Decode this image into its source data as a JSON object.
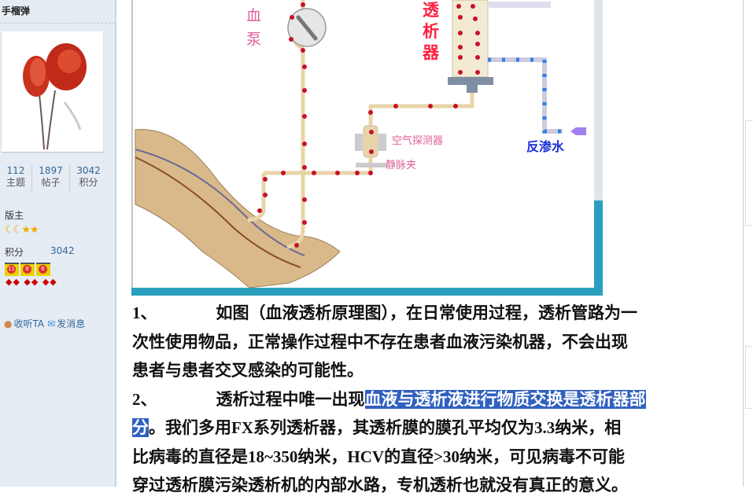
{
  "sidebar": {
    "username": "手榴弹",
    "stats": [
      {
        "value": "112",
        "label": "主题"
      },
      {
        "value": "1897",
        "label": "帖子"
      },
      {
        "value": "3042",
        "label": "积分"
      }
    ],
    "rank": "版主",
    "rank_icons": [
      "moon-icon",
      "moon-icon",
      "star-icon",
      "star-icon"
    ],
    "credit_label": "积分",
    "credit_value": "3042",
    "medals": [
      "11",
      "8",
      "6"
    ],
    "follow_label": "收听TA",
    "message_label": "发消息"
  },
  "figure": {
    "labels": {
      "pump": "血泵",
      "dialyzer": "透析器",
      "air_detector": "空气探测器",
      "venous_clamp": "静脉夹",
      "ro_water": "反渗水"
    },
    "colors": {
      "tube": "#e8d4a8",
      "blood": "#c8102e",
      "dialysate": "#2f7fe8",
      "label_pink": "#e0609a",
      "label_red": "#ff2040",
      "label_blue": "#1a2fd8"
    }
  },
  "content": {
    "p1_num": "1、",
    "p1_lines": [
      "如图（血液透析原理图），在日常使用过程，透析管路为一",
      "次性使用物品，正常操作过程中不存在患者血液污染机器，不会出现",
      "患者与患者交叉感染的可能性。"
    ],
    "p2_num": "2、",
    "p2_pre": "透析过程中唯一出现",
    "p2_highlight_a": "血液与透析液进行物质交换是透析器部",
    "p2_highlight_b": "分",
    "p2_lines": [
      "。我们多用FX系列透析器，其透析膜的膜孔平均仅为3.3纳米，相",
      "比病毒的直径是18~350纳米，HCV的直径>30纳米，可见病毒不可能",
      "穿过透析膜污染透析机的内部水路，专机透析也就没有真正的意义。"
    ],
    "highlight_color": "#3161c0"
  }
}
